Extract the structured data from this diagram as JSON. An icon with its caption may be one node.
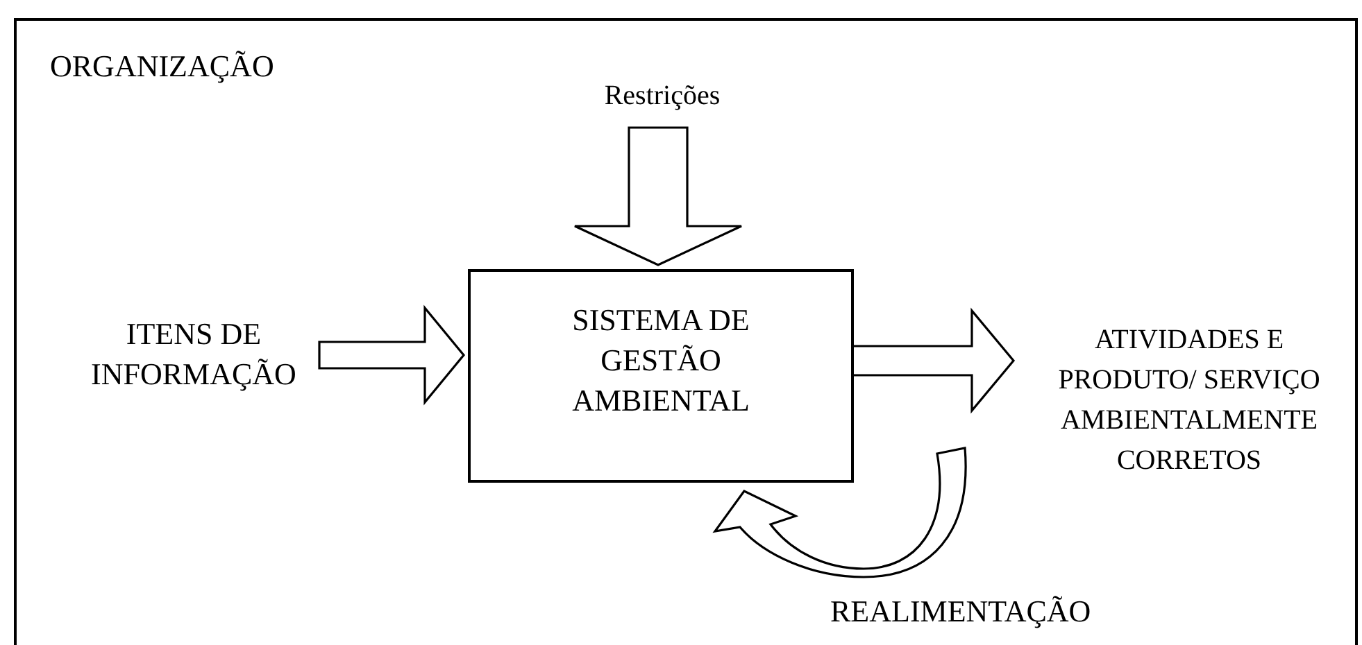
{
  "diagram": {
    "nodes": [
      {
        "text": [
          "ORGANIZAÇÃO"
        ]
      },
      {
        "text": [
          "Restrições"
        ],
        "in": 0
      },
      {
        "text": [
          "ITENS DE INFORMAÇÃO"
        ],
        "in": 0
      },
      {
        "text": [
          "SISTEMA DE GESTÃO AMBIENTAL"
        ],
        "in": 0
      },
      {
        "text": [
          "ATIVIDADES E PRODUTO/ SERVIÇO AMBIENTALMENTE CORRETOS"
        ],
        "in": 0
      }
    ],
    "edges": [
      {
        "from": 1,
        "to": 3,
        "arrow": "to"
      },
      {
        "from": 2,
        "to": 3,
        "arrow": "to"
      },
      {
        "from": 3,
        "to": 4,
        "arrow": "to"
      },
      {
        "from": 3,
        "to": 3,
        "arrow": "to",
        "label": "REALIMENTAÇÃO"
      }
    ]
  }
}
